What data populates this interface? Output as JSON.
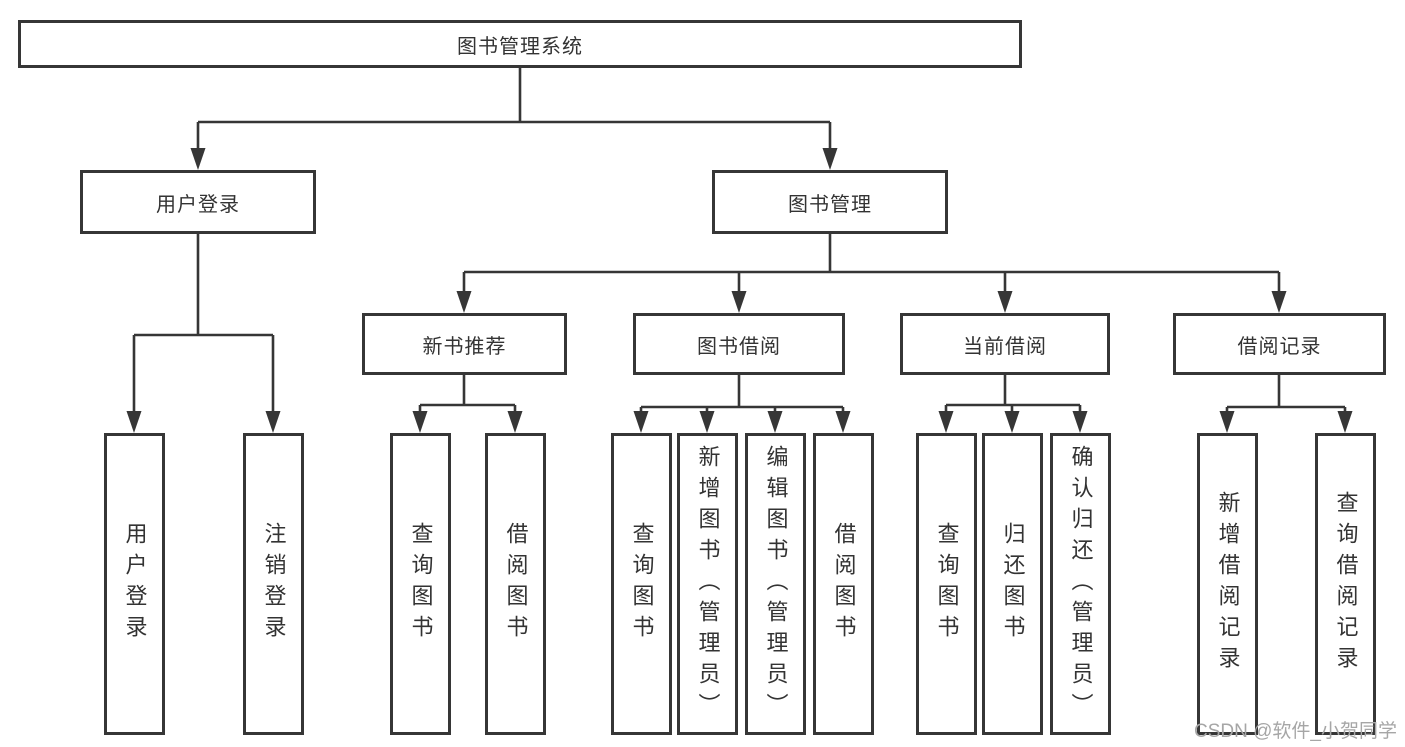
{
  "diagram": {
    "ink_color": "#363636",
    "root": {
      "label": "图书管理系统"
    },
    "level2": [
      {
        "label": "用户登录"
      },
      {
        "label": "图书管理"
      }
    ],
    "level3": [
      {
        "label": "新书推荐",
        "parent": "图书管理"
      },
      {
        "label": "图书借阅",
        "parent": "图书管理"
      },
      {
        "label": "当前借阅",
        "parent": "图书管理"
      },
      {
        "label": "借阅记录",
        "parent": "图书管理"
      }
    ],
    "leaves": [
      {
        "label": "用户登录",
        "parent": "用户登录"
      },
      {
        "label": "注销登录",
        "parent": "用户登录"
      },
      {
        "label": "查询图书",
        "parent": "新书推荐"
      },
      {
        "label": "借阅图书",
        "parent": "新书推荐"
      },
      {
        "label": "查询图书",
        "parent": "图书借阅"
      },
      {
        "label": "新增图书（管理员）",
        "parent": "图书借阅"
      },
      {
        "label": "编辑图书（管理员）",
        "parent": "图书借阅"
      },
      {
        "label": "借阅图书",
        "parent": "图书借阅"
      },
      {
        "label": "查询图书",
        "parent": "当前借阅"
      },
      {
        "label": "归还图书",
        "parent": "当前借阅"
      },
      {
        "label": "确认归还（管理员）",
        "parent": "当前借阅"
      },
      {
        "label": "新增借阅记录",
        "parent": "借阅记录"
      },
      {
        "label": "查询借阅记录",
        "parent": "借阅记录"
      }
    ]
  },
  "watermark": {
    "text": "CSDN @软件_小贺同学",
    "color": "#a6a6a6"
  }
}
